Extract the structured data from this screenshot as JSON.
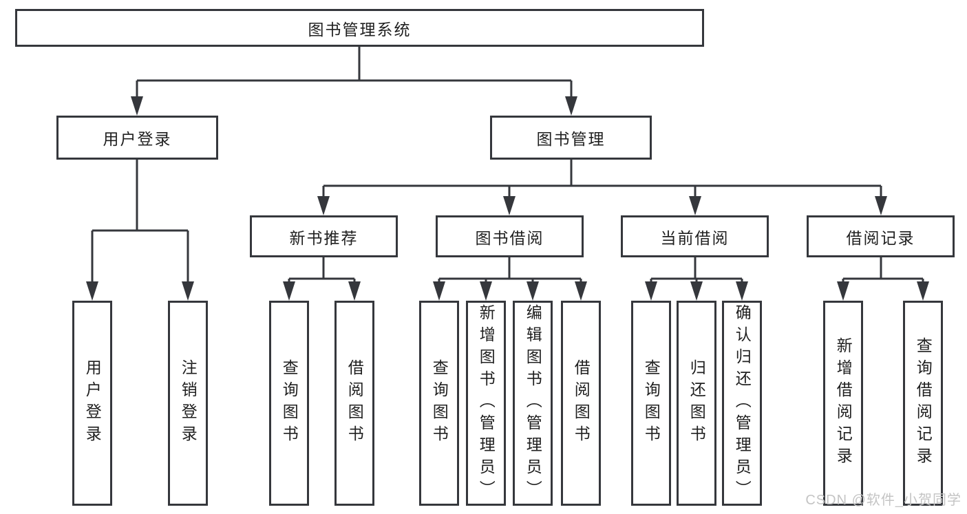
{
  "diagram": {
    "title": "图书管理系统",
    "tree": {
      "label": "图书管理系统",
      "children": [
        {
          "label": "用户登录",
          "children": [
            {
              "label": "用户登录"
            },
            {
              "label": "注销登录"
            }
          ]
        },
        {
          "label": "图书管理",
          "children": [
            {
              "label": "新书推荐",
              "children": [
                {
                  "label": "查询图书"
                },
                {
                  "label": "借阅图书"
                }
              ]
            },
            {
              "label": "图书借阅",
              "children": [
                {
                  "label": "查询图书"
                },
                {
                  "label": "新增图书（管理员）"
                },
                {
                  "label": "编辑图书（管理员）"
                },
                {
                  "label": "借阅图书"
                }
              ]
            },
            {
              "label": "当前借阅",
              "children": [
                {
                  "label": "查询图书"
                },
                {
                  "label": "归还图书"
                },
                {
                  "label": "确认归还（管理员）"
                }
              ]
            },
            {
              "label": "借阅记录",
              "children": [
                {
                  "label": "新增借阅记录"
                },
                {
                  "label": "查询借阅记录"
                }
              ]
            }
          ]
        }
      ]
    }
  },
  "watermark": {
    "text": "CSDN @软件_小贺同学"
  },
  "colors": {
    "line": "#35373c",
    "text": "#1f1f1f",
    "watermark": "#c4c4c4",
    "background": "#ffffff",
    "box_background": "#ffffff"
  }
}
